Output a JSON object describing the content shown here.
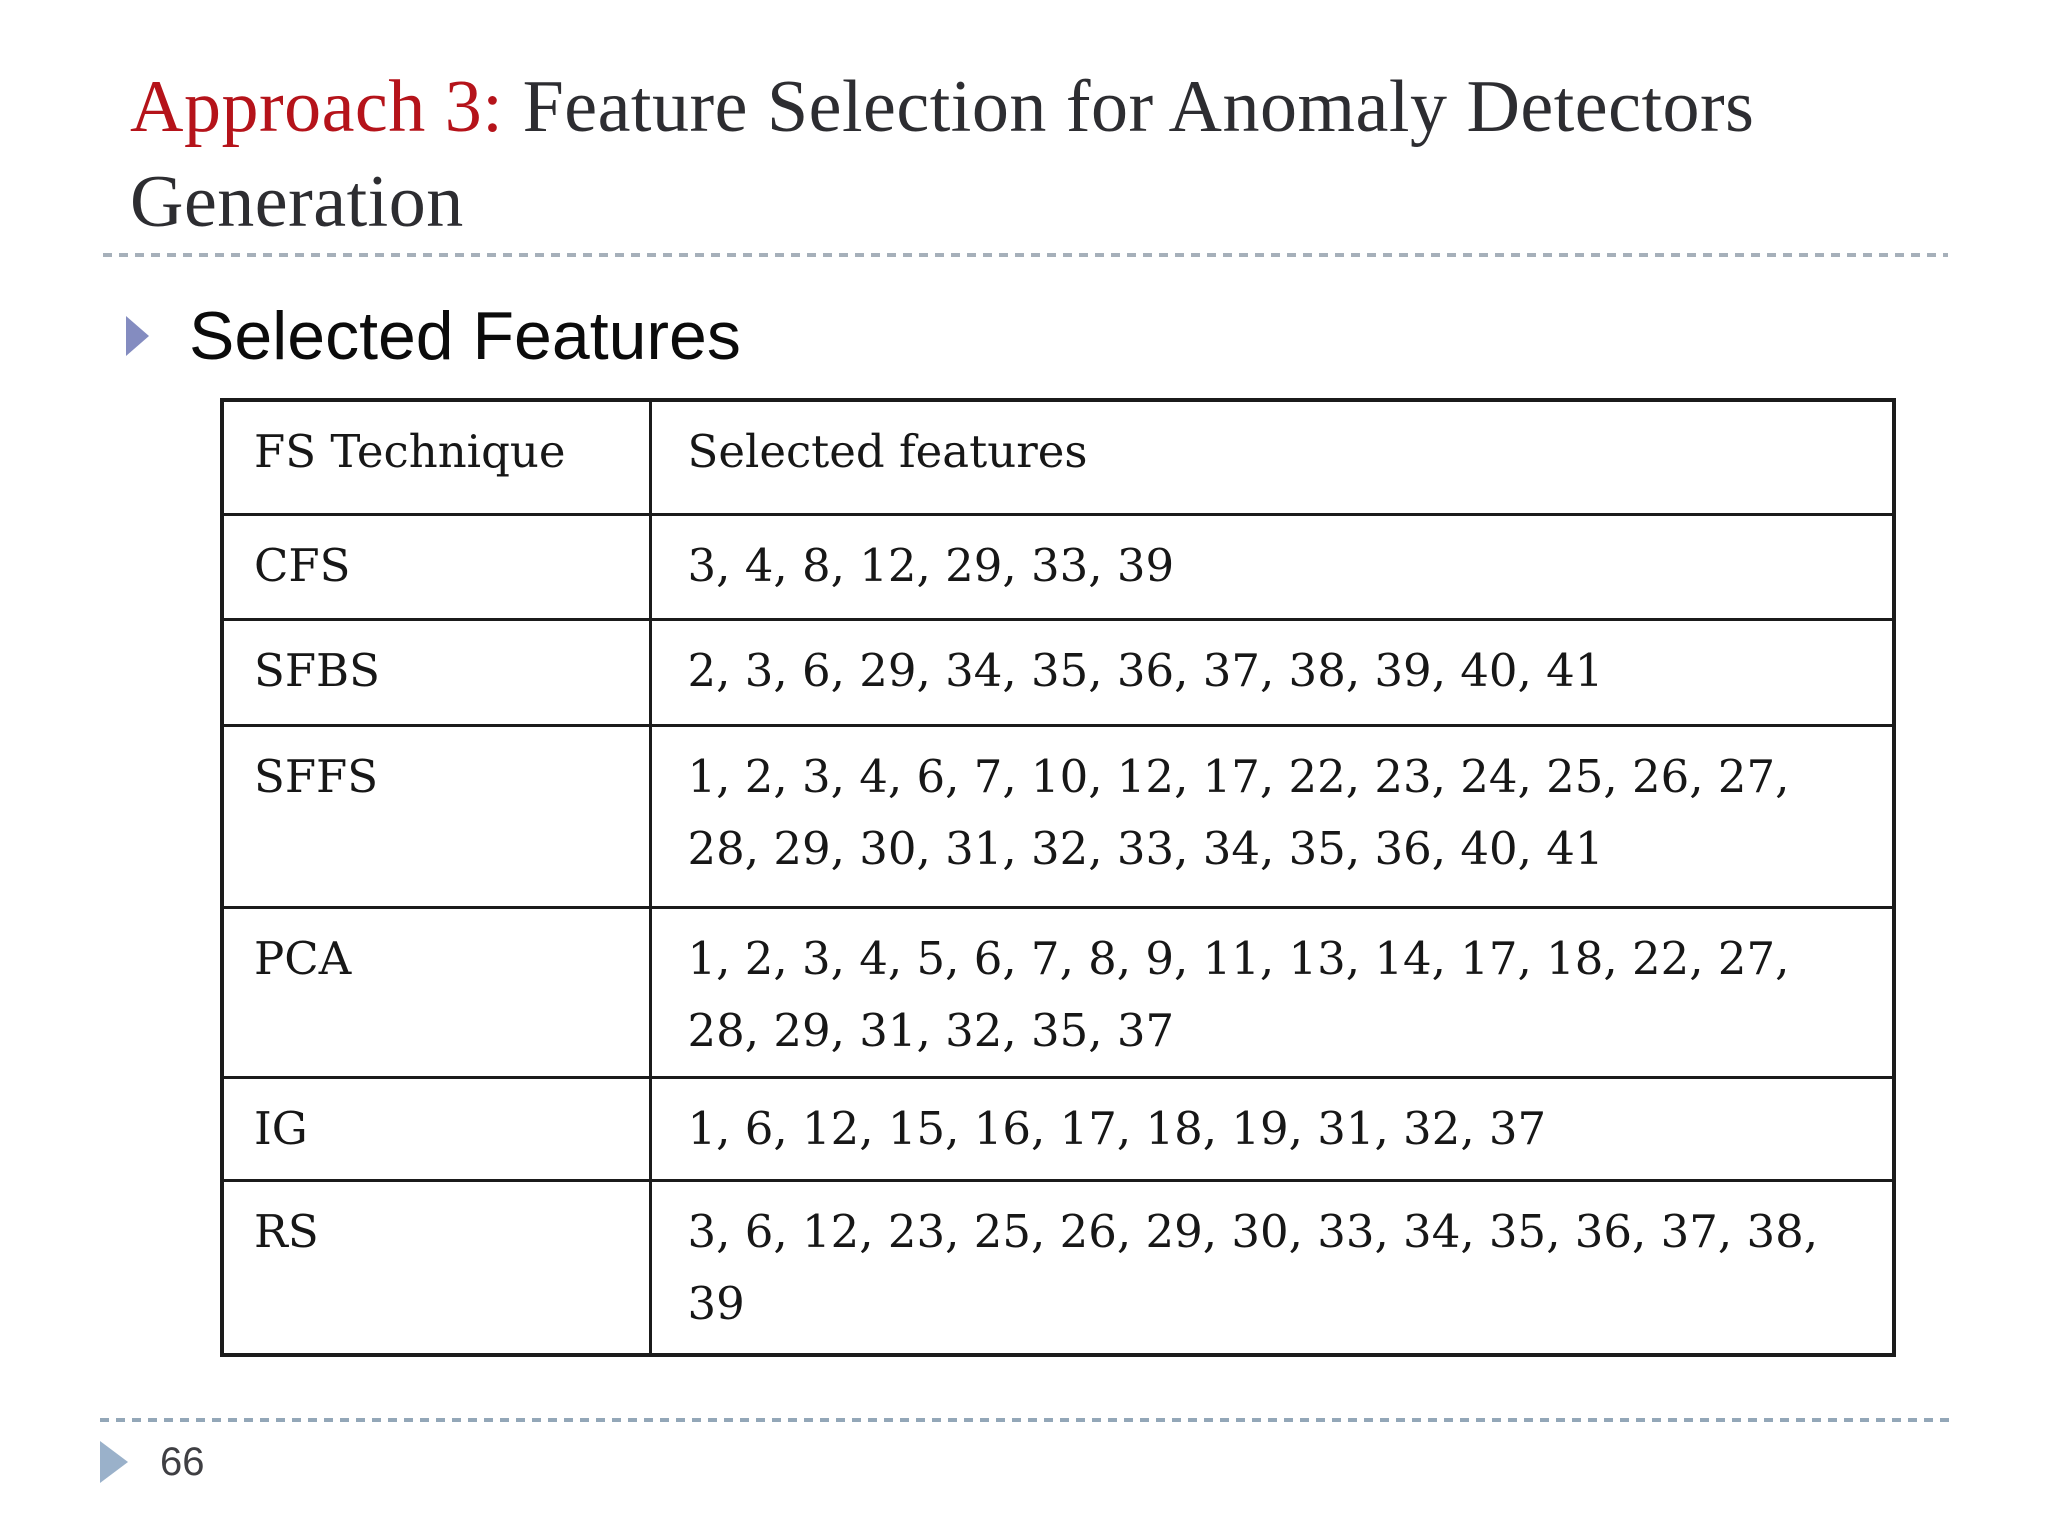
{
  "slide": {
    "title": {
      "accent": "Approach 3:",
      "line1_rest": "Feature Selection for Anomaly Detectors",
      "line2": "Generation"
    },
    "section_heading": "Selected Features",
    "page_number": "66"
  },
  "table": {
    "columns": [
      "FS Technique",
      "Selected features"
    ],
    "rows": [
      {
        "technique": "CFS",
        "features": "3, 4, 8, 12, 29, 33, 39"
      },
      {
        "technique": "SFBS",
        "features": "2, 3, 6, 29, 34, 35, 36, 37, 38, 39, 40, 41"
      },
      {
        "technique": "SFFS",
        "features": "1, 2, 3, 4, 6, 7, 10, 12, 17, 22, 23, 24, 25, 26, 27,\n28, 29, 30, 31, 32, 33, 34, 35, 36, 40, 41"
      },
      {
        "technique": "PCA",
        "features": "1, 2, 3, 4, 5, 6, 7, 8, 9, 11, 13, 14, 17, 18, 22, 27,\n28, 29, 31, 32, 35, 37"
      },
      {
        "technique": "IG",
        "features": "1, 6, 12, 15, 16, 17, 18, 19, 31, 32, 37"
      },
      {
        "technique": "RS",
        "features": "3, 6, 12, 23, 25, 26, 29, 30, 33, 34, 35, 36, 37, 38,\n39"
      }
    ]
  },
  "icons": {
    "heading_bullet": "right-triangle",
    "footer_bullet": "right-triangle"
  },
  "colors": {
    "title_accent": "#b5131a",
    "title_text": "#2d2d31",
    "heading_text": "#0b0b0b",
    "heading_bullet": "#848cc0",
    "footer_bullet": "#9ab1ca",
    "divider_dash_top": "#a6b0ba",
    "divider_dash_bottom": "#93a7b8",
    "table_border": "#1b1b1b",
    "table_text": "#171717",
    "page_number_text": "#3f3f43"
  }
}
